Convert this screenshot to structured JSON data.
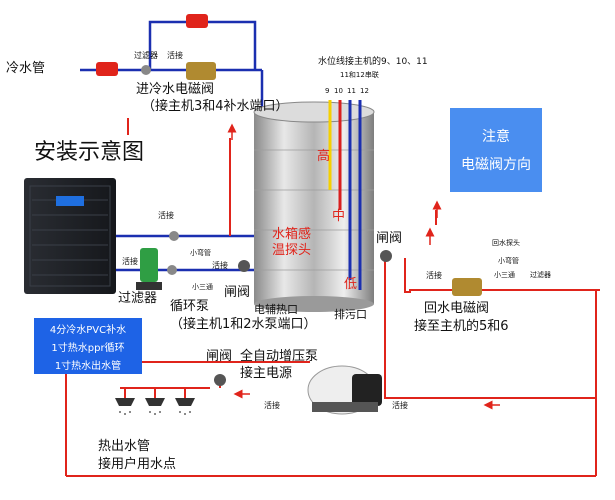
{
  "title": "安装示意图",
  "labels": {
    "cold_water_pipe": "冷水管",
    "cold_valve_line1": "进冷水电磁阀",
    "cold_valve_line2": "（接主机3和4补水端口）",
    "filter_small": "过滤器",
    "joint": "活接",
    "level_line_title": "水位线接主机的9、10、11",
    "level_line_sub": "11和12串联",
    "terminal_9": "9",
    "terminal_10": "10",
    "terminal_11": "11",
    "terminal_12": "12",
    "gao": "高",
    "zhong": "中",
    "di": "低",
    "tank_temp": "水箱感",
    "tank_temp2": "温探头",
    "gate_valve": "闸阀",
    "filter_big": "过滤器",
    "circ_pump": "循环泵",
    "circ_pump_sub": "（接主机1和2水泵端口）",
    "small_elbow": "小弯管",
    "small_tee": "小三通",
    "heater_port": "电辅热口",
    "drain_port": "排污口",
    "return_valve": "回水电磁阀",
    "return_valve_sub": "接至主机的5和6",
    "return_probe": "回水探头",
    "booster_pump": "全自动增压泵",
    "booster_power": "接主电源",
    "hot_outlet": "热出水管",
    "user_points": "接用户用水点",
    "note_line1": "注意",
    "note_line2": "电磁阀方向",
    "pipe_1": "4分冷水PVC补水",
    "pipe_2": "1寸热水ppr循环",
    "pipe_3": "1寸热水出水管"
  },
  "colors": {
    "pipe_cold": "#1b2fb0",
    "pipe_hot": "#e0241b",
    "accent_box": "#1e63e6"
  }
}
